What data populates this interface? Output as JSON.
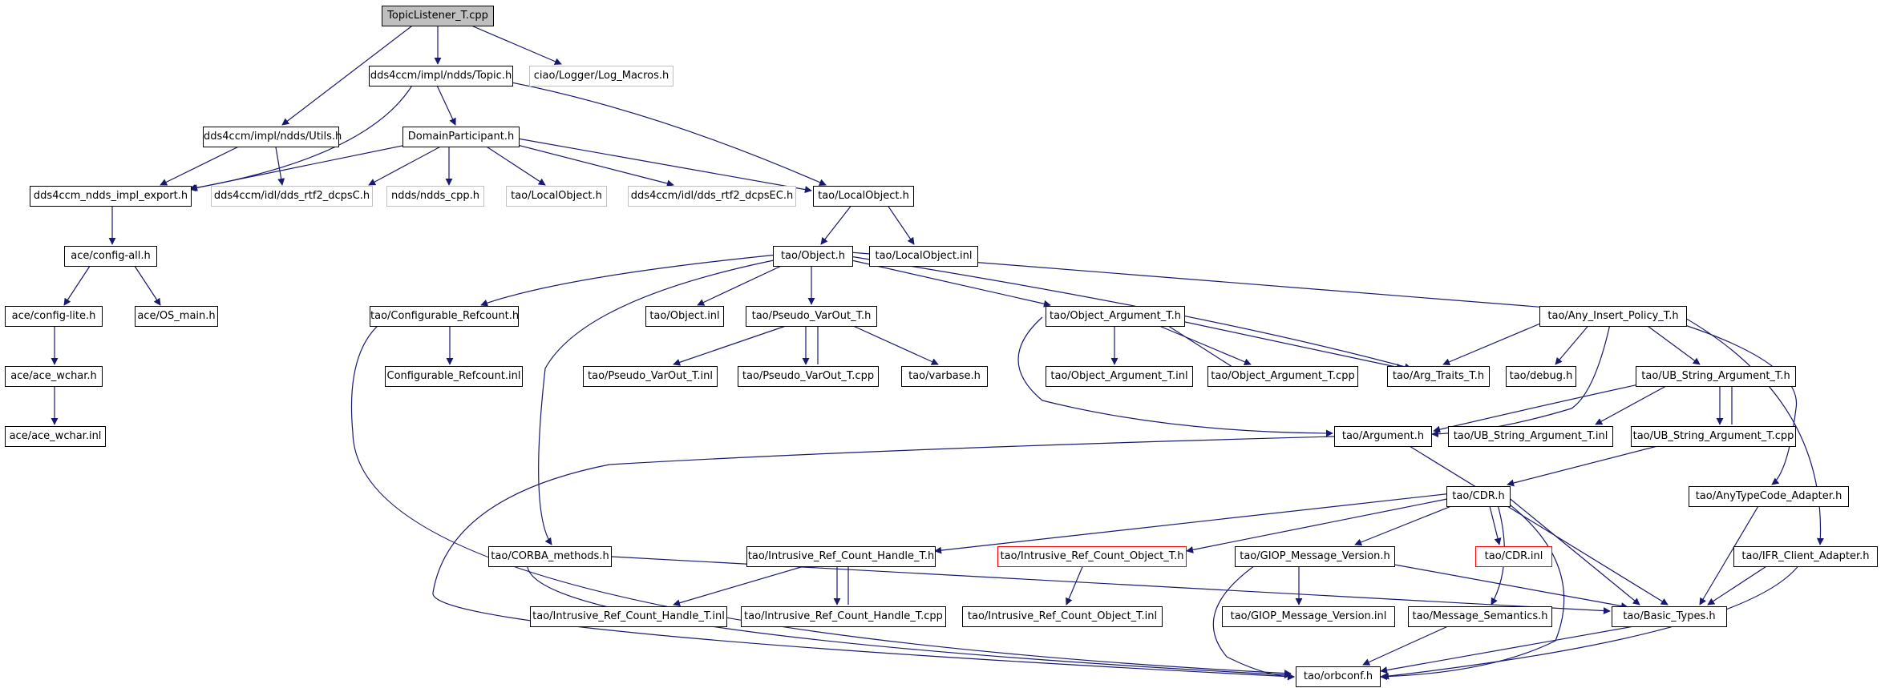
{
  "nodes": {
    "topiclistener": "TopicListener_T.cpp",
    "topic_h": "dds4ccm/impl/ndds/Topic.h",
    "log_macros": "ciao/Logger/Log_Macros.h",
    "utils_h": "dds4ccm/impl/ndds/Utils.h",
    "domainparticipant": "DomainParticipant.h",
    "impl_export": "dds4ccm_ndds_impl_export.h",
    "dcpsc": "dds4ccm/idl/dds_rtf2_dcpsC.h",
    "ndds_cpp": "ndds/ndds_cpp.h",
    "tao_localobject_h1": "tao/LocalObject.h",
    "dcpsec": "dds4ccm/idl/dds_rtf2_dcpsEC.h",
    "tao_localobject_h2": "tao/LocalObject.h",
    "config_all": "ace/config-all.h",
    "config_lite": "ace/config-lite.h",
    "os_main": "ace/OS_main.h",
    "ace_wchar_h": "ace/ace_wchar.h",
    "ace_wchar_inl": "ace/ace_wchar.inl",
    "tao_object_h": "tao/Object.h",
    "tao_localobject_inl": "tao/LocalObject.inl",
    "configurable_refcount_h": "tao/Configurable_Refcount.h",
    "configurable_refcount_inl": "Configurable_Refcount.inl",
    "tao_object_inl": "tao/Object.inl",
    "pseudo_varout_h": "tao/Pseudo_VarOut_T.h",
    "pseudo_varout_inl": "tao/Pseudo_VarOut_T.inl",
    "pseudo_varout_cpp": "tao/Pseudo_VarOut_T.cpp",
    "varbase_h": "tao/varbase.h",
    "object_argument_h": "tao/Object_Argument_T.h",
    "object_argument_inl": "tao/Object_Argument_T.inl",
    "object_argument_cpp": "tao/Object_Argument_T.cpp",
    "arg_traits_h": "tao/Arg_Traits_T.h",
    "any_insert_policy_h": "tao/Any_Insert_Policy_T.h",
    "debug_h": "tao/debug.h",
    "ub_string_argument_h": "tao/UB_String_Argument_T.h",
    "ub_string_argument_inl": "tao/UB_String_Argument_T.inl",
    "ub_string_argument_cpp": "tao/UB_String_Argument_T.cpp",
    "argument_h": "tao/Argument.h",
    "cdr_h": "tao/CDR.h",
    "anytypecode_adapter_h": "tao/AnyTypeCode_Adapter.h",
    "corba_methods_h": "tao/CORBA_methods.h",
    "intrusive_handle_h": "tao/Intrusive_Ref_Count_Handle_T.h",
    "intrusive_object_h": "tao/Intrusive_Ref_Count_Object_T.h",
    "giop_message_version_h": "tao/GIOP_Message_Version.h",
    "cdr_inl": "tao/CDR.inl",
    "ifr_client_adapter_h": "tao/IFR_Client_Adapter.h",
    "intrusive_handle_inl": "tao/Intrusive_Ref_Count_Handle_T.inl",
    "intrusive_handle_cpp": "tao/Intrusive_Ref_Count_Handle_T.cpp",
    "intrusive_object_inl": "tao/Intrusive_Ref_Count_Object_T.inl",
    "giop_message_version_inl": "tao/GIOP_Message_Version.inl",
    "message_semantics_h": "tao/Message_Semantics.h",
    "basic_types_h": "tao/Basic_Types.h",
    "orbconf_h": "tao/orbconf.h"
  },
  "colors": {
    "edge": "#191970",
    "root_fill": "#bfbfbf",
    "missing_border": "#c0c0c0",
    "undocumented_border": "#ff0000"
  }
}
